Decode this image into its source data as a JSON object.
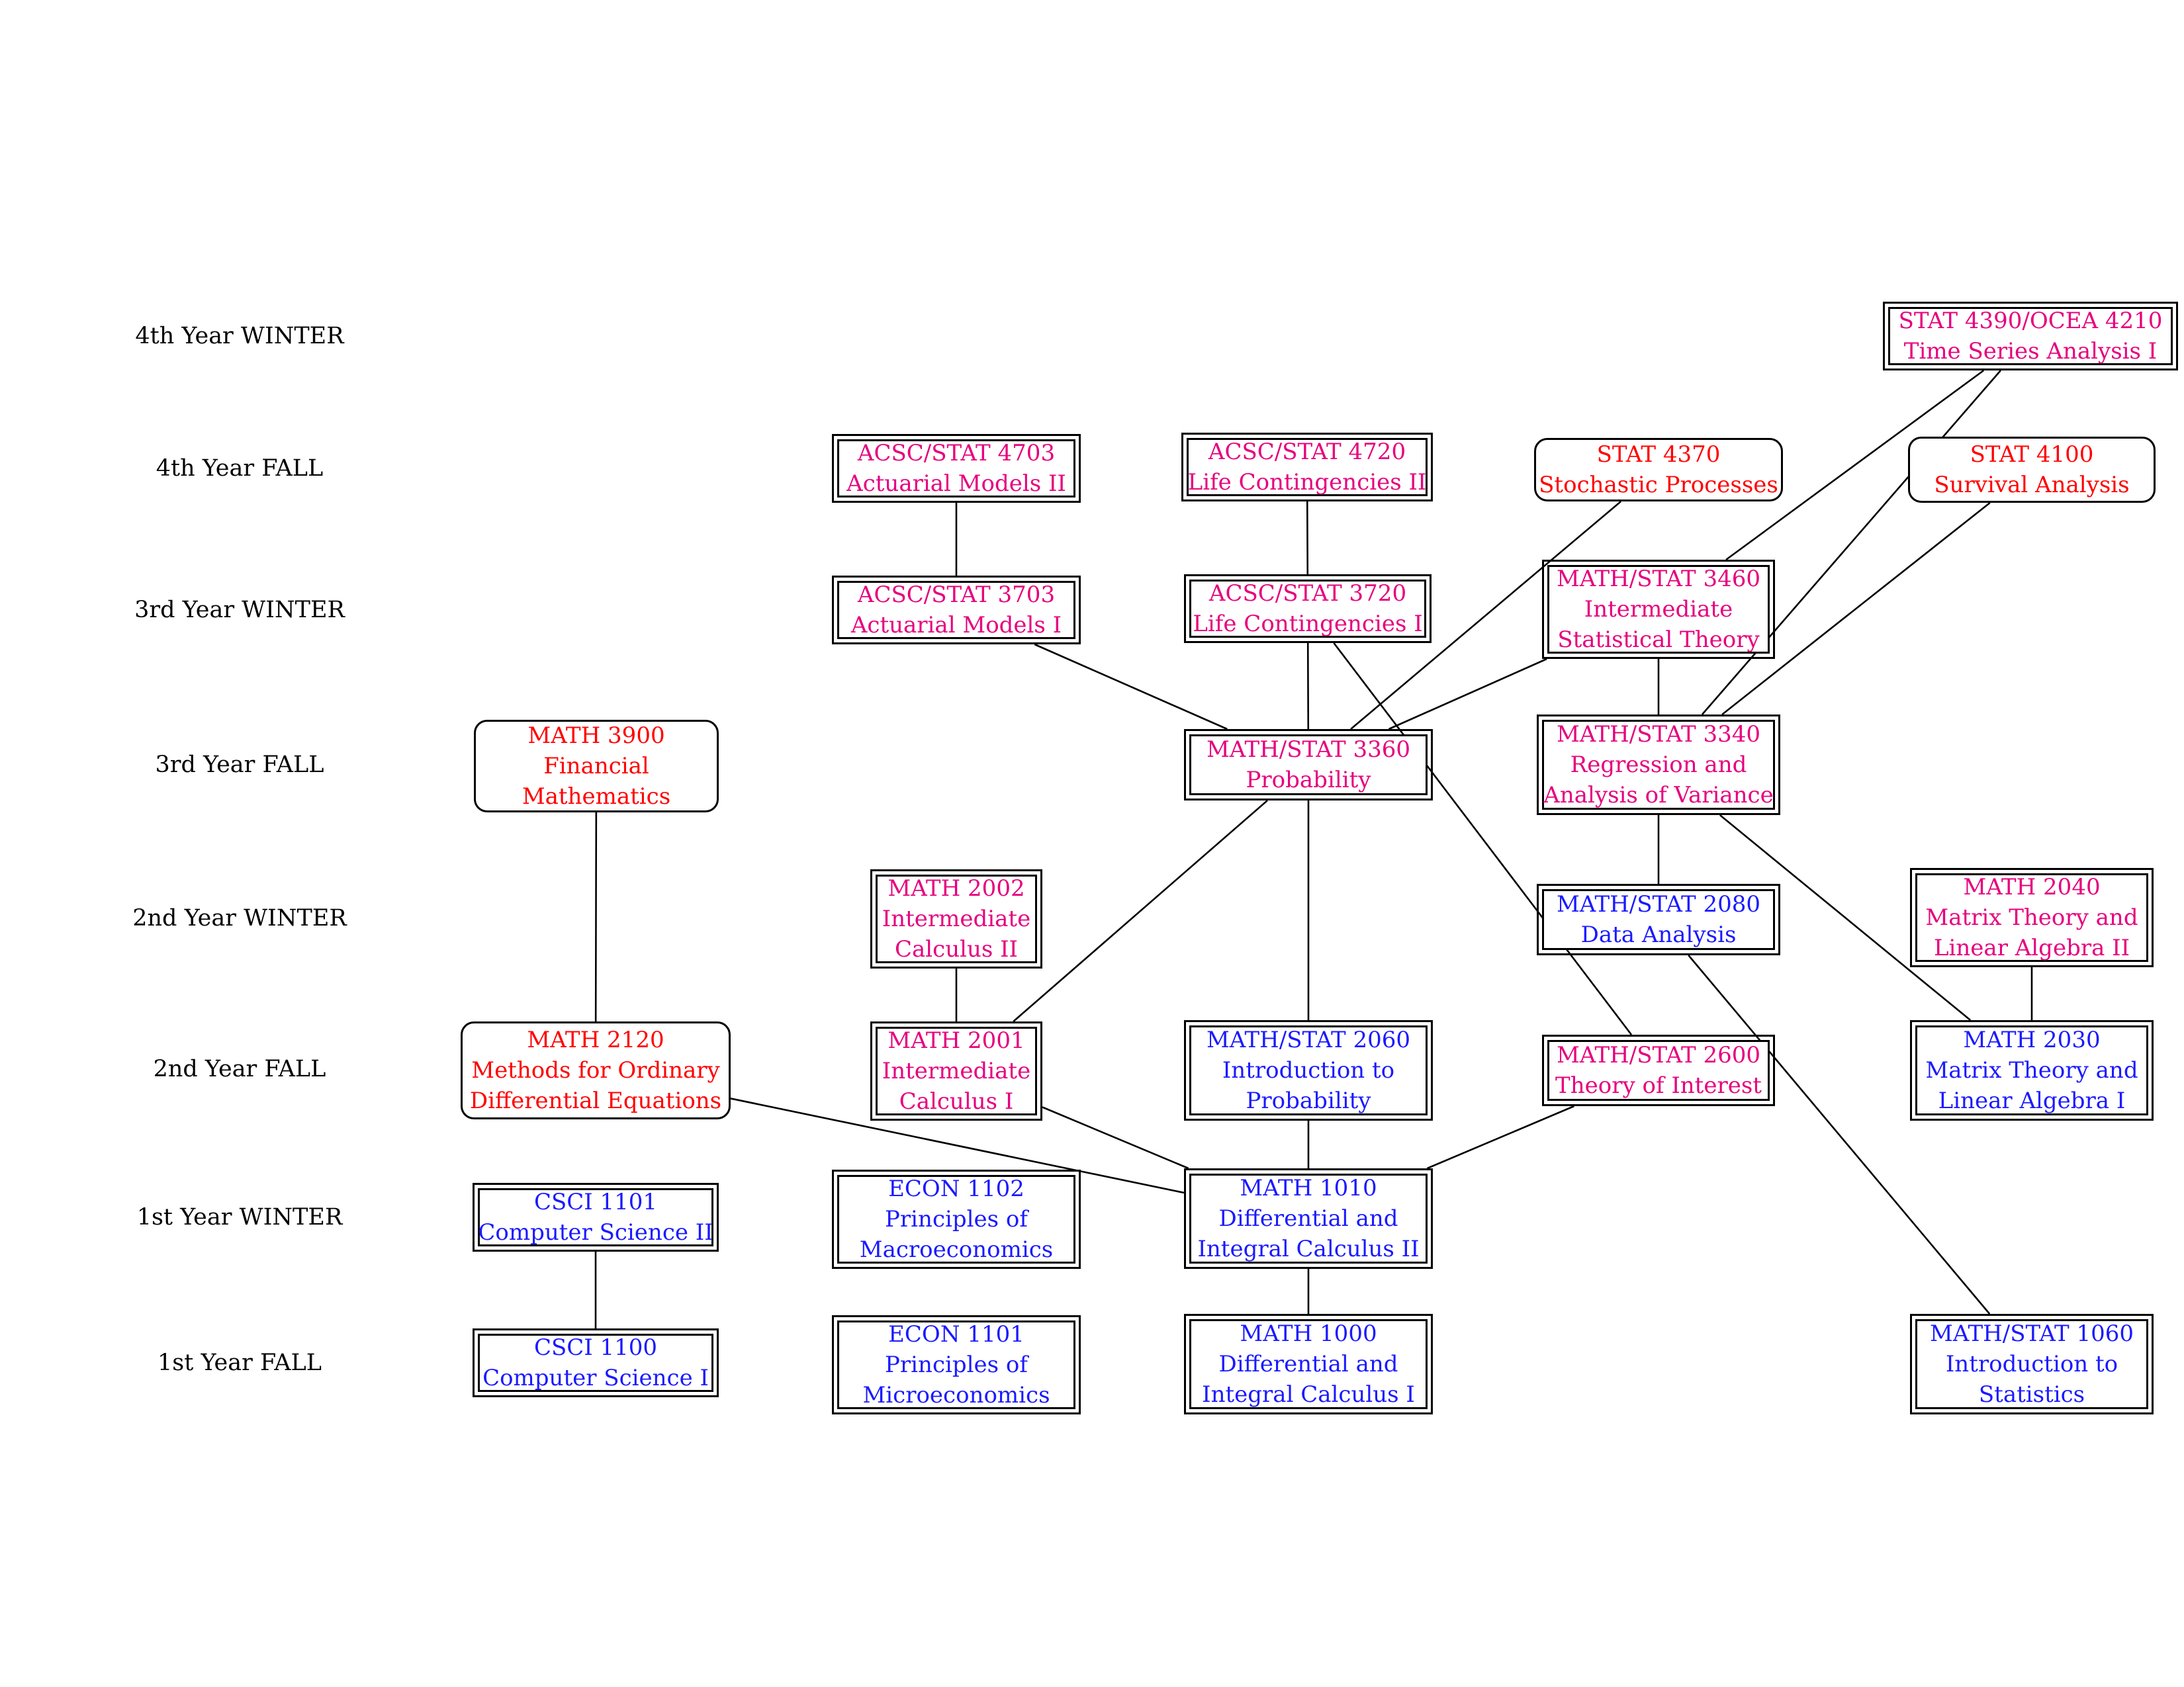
{
  "colors": {
    "blue": "#1a1aff",
    "magenta": "#e6007e",
    "red": "#ff0000",
    "line": "#000000"
  },
  "terms": [
    "4th Year WINTER",
    "4th Year FALL",
    "3rd Year WINTER",
    "3rd Year FALL",
    "2nd Year WINTER",
    "2nd Year FALL",
    "1st Year WINTER",
    "1st Year FALL"
  ],
  "courses": {
    "stat4390": {
      "lines": [
        "STAT 4390/OCEA 4210",
        "Time Series Analysis I"
      ],
      "color": "magenta",
      "style": "double"
    },
    "acsc4703": {
      "lines": [
        "ACSC/STAT 4703",
        "Actuarial Models II"
      ],
      "color": "magenta",
      "style": "double"
    },
    "acsc4720": {
      "lines": [
        "ACSC/STAT 4720",
        "Life Contingencies II"
      ],
      "color": "magenta",
      "style": "double"
    },
    "stat4370": {
      "lines": [
        "STAT 4370",
        "Stochastic Processes"
      ],
      "color": "red",
      "style": "round"
    },
    "stat4100": {
      "lines": [
        "STAT 4100",
        "Survival Analysis"
      ],
      "color": "red",
      "style": "round"
    },
    "acsc3703": {
      "lines": [
        "ACSC/STAT 3703",
        "Actuarial Models I"
      ],
      "color": "magenta",
      "style": "double"
    },
    "acsc3720": {
      "lines": [
        "ACSC/STAT 3720",
        "Life Contingencies I"
      ],
      "color": "magenta",
      "style": "double"
    },
    "math3460": {
      "lines": [
        "MATH/STAT 3460",
        "Intermediate",
        "Statistical Theory"
      ],
      "color": "magenta",
      "style": "double"
    },
    "math3900": {
      "lines": [
        "MATH 3900",
        "Financial",
        "Mathematics"
      ],
      "color": "red",
      "style": "round"
    },
    "math3360": {
      "lines": [
        "MATH/STAT 3360",
        "Probability"
      ],
      "color": "magenta",
      "style": "double"
    },
    "math3340": {
      "lines": [
        "MATH/STAT 3340",
        "Regression and",
        "Analysis of Variance"
      ],
      "color": "magenta",
      "style": "double"
    },
    "math2002": {
      "lines": [
        "MATH 2002",
        "Intermediate",
        "Calculus II"
      ],
      "color": "magenta",
      "style": "double"
    },
    "math2080": {
      "lines": [
        "MATH/STAT 2080",
        "Data Analysis"
      ],
      "color": "blue",
      "style": "double"
    },
    "math2040": {
      "lines": [
        "MATH 2040",
        "Matrix Theory and",
        "Linear Algebra II"
      ],
      "color": "magenta",
      "style": "double"
    },
    "math2120": {
      "lines": [
        "MATH 2120",
        "Methods for Ordinary",
        "Differential Equations"
      ],
      "color": "red",
      "style": "round"
    },
    "math2001": {
      "lines": [
        "MATH 2001",
        "Intermediate",
        "Calculus I"
      ],
      "color": "magenta",
      "style": "double"
    },
    "math2060": {
      "lines": [
        "MATH/STAT 2060",
        "Introduction to",
        "Probability"
      ],
      "color": "blue",
      "style": "double"
    },
    "math2600": {
      "lines": [
        "MATH/STAT 2600",
        "Theory of Interest"
      ],
      "color": "magenta",
      "style": "double"
    },
    "math2030": {
      "lines": [
        "MATH 2030",
        "Matrix Theory and",
        "Linear Algebra I"
      ],
      "color": "blue",
      "style": "double"
    },
    "csci1101": {
      "lines": [
        "CSCI 1101",
        "Computer Science II"
      ],
      "color": "blue",
      "style": "double"
    },
    "econ1102": {
      "lines": [
        "ECON 1102",
        "Principles of",
        "Macroeconomics"
      ],
      "color": "blue",
      "style": "double"
    },
    "math1010": {
      "lines": [
        "MATH 1010",
        "Differential and",
        "Integral Calculus II"
      ],
      "color": "blue",
      "style": "double"
    },
    "csci1100": {
      "lines": [
        "CSCI 1100",
        "Computer Science I"
      ],
      "color": "blue",
      "style": "double"
    },
    "econ1101": {
      "lines": [
        "ECON 1101",
        "Principles of",
        "Microeconomics"
      ],
      "color": "blue",
      "style": "double"
    },
    "math1000": {
      "lines": [
        "MATH 1000",
        "Differential and",
        "Integral Calculus I"
      ],
      "color": "blue",
      "style": "double"
    },
    "math1060": {
      "lines": [
        "MATH/STAT 1060",
        "Introduction to",
        "Statistics"
      ],
      "color": "blue",
      "style": "double"
    }
  },
  "edges": [
    [
      "acsc3703",
      "acsc4703"
    ],
    [
      "acsc3720",
      "acsc4720"
    ],
    [
      "math3360",
      "acsc3703"
    ],
    [
      "math3360",
      "acsc3720"
    ],
    [
      "math3360",
      "stat4370"
    ],
    [
      "math3360",
      "math3460"
    ],
    [
      "math3340",
      "math3460"
    ],
    [
      "math3340",
      "stat4390"
    ],
    [
      "math3340",
      "stat4100"
    ],
    [
      "math3460",
      "stat4390"
    ],
    [
      "math2080",
      "math3340"
    ],
    [
      "math2030",
      "math3340"
    ],
    [
      "math2030",
      "math2040"
    ],
    [
      "math2001",
      "math3360"
    ],
    [
      "math2060",
      "math3360"
    ],
    [
      "math2001",
      "math2002"
    ],
    [
      "math2600",
      "acsc3720"
    ],
    [
      "math1060",
      "math2080"
    ],
    [
      "math2120",
      "math3900"
    ],
    [
      "math1010",
      "math2120"
    ],
    [
      "math1010",
      "math2001"
    ],
    [
      "math1010",
      "math2060"
    ],
    [
      "math1010",
      "math2600"
    ],
    [
      "math1000",
      "math1010"
    ],
    [
      "csci1100",
      "csci1101"
    ]
  ]
}
